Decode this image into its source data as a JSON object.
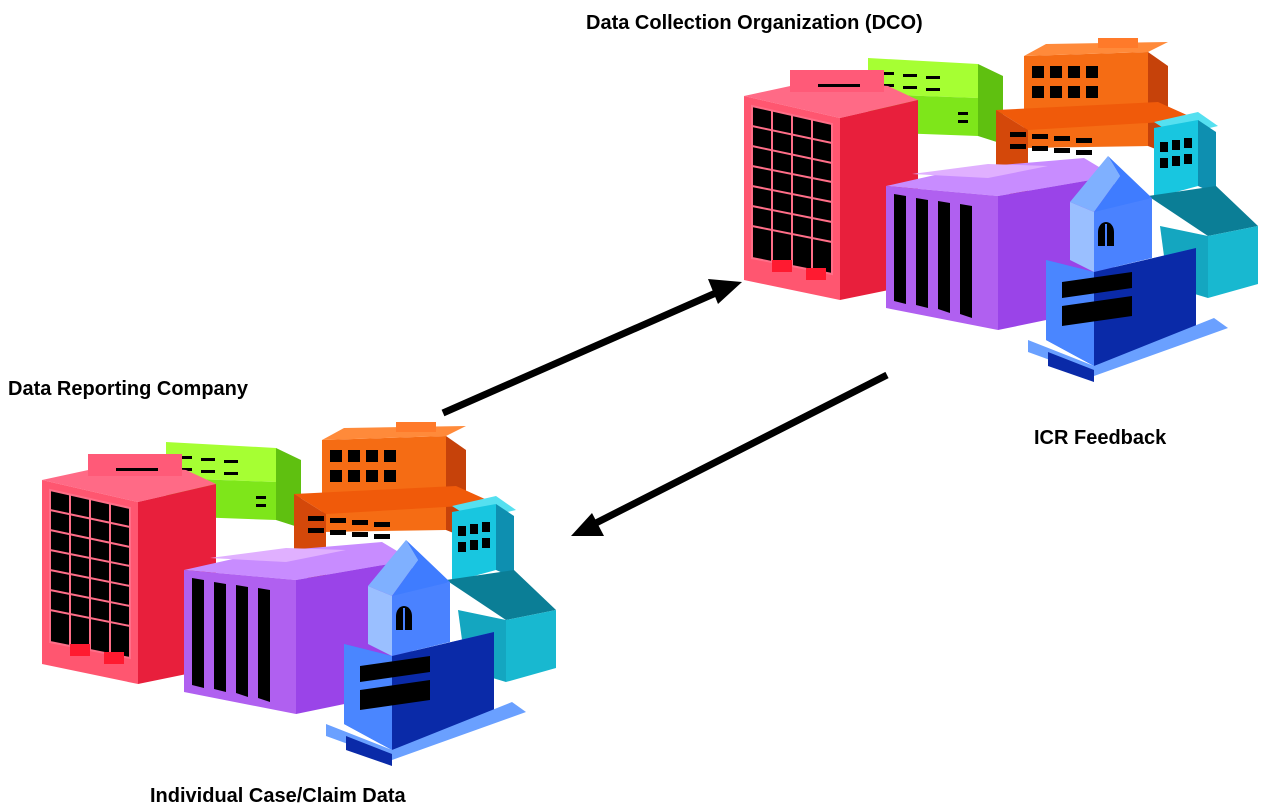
{
  "labels": {
    "dco": "Data Collection Organization (DCO)",
    "reporting_company": "Data Reporting Company",
    "icr_feedback": "ICR Feedback",
    "case_claim_data": "Individual Case/Claim Data"
  },
  "nodes": [
    {
      "id": "dco",
      "icon": "office-buildings-cluster-icon"
    },
    {
      "id": "reporting_company",
      "icon": "office-buildings-cluster-icon"
    }
  ],
  "edges": [
    {
      "from": "reporting_company",
      "to": "dco"
    },
    {
      "from": "dco",
      "to": "reporting_company"
    }
  ],
  "colors": {
    "red_building": "#e8203f",
    "red_building_light": "#ff5a78",
    "green_building": "#8cff1a",
    "orange_building": "#f05a0a",
    "cyan_building": "#16b8d8",
    "purple_building": "#9a44e8",
    "blue_building": "#3a78ff",
    "window": "#000000",
    "arrow": "#000000"
  }
}
